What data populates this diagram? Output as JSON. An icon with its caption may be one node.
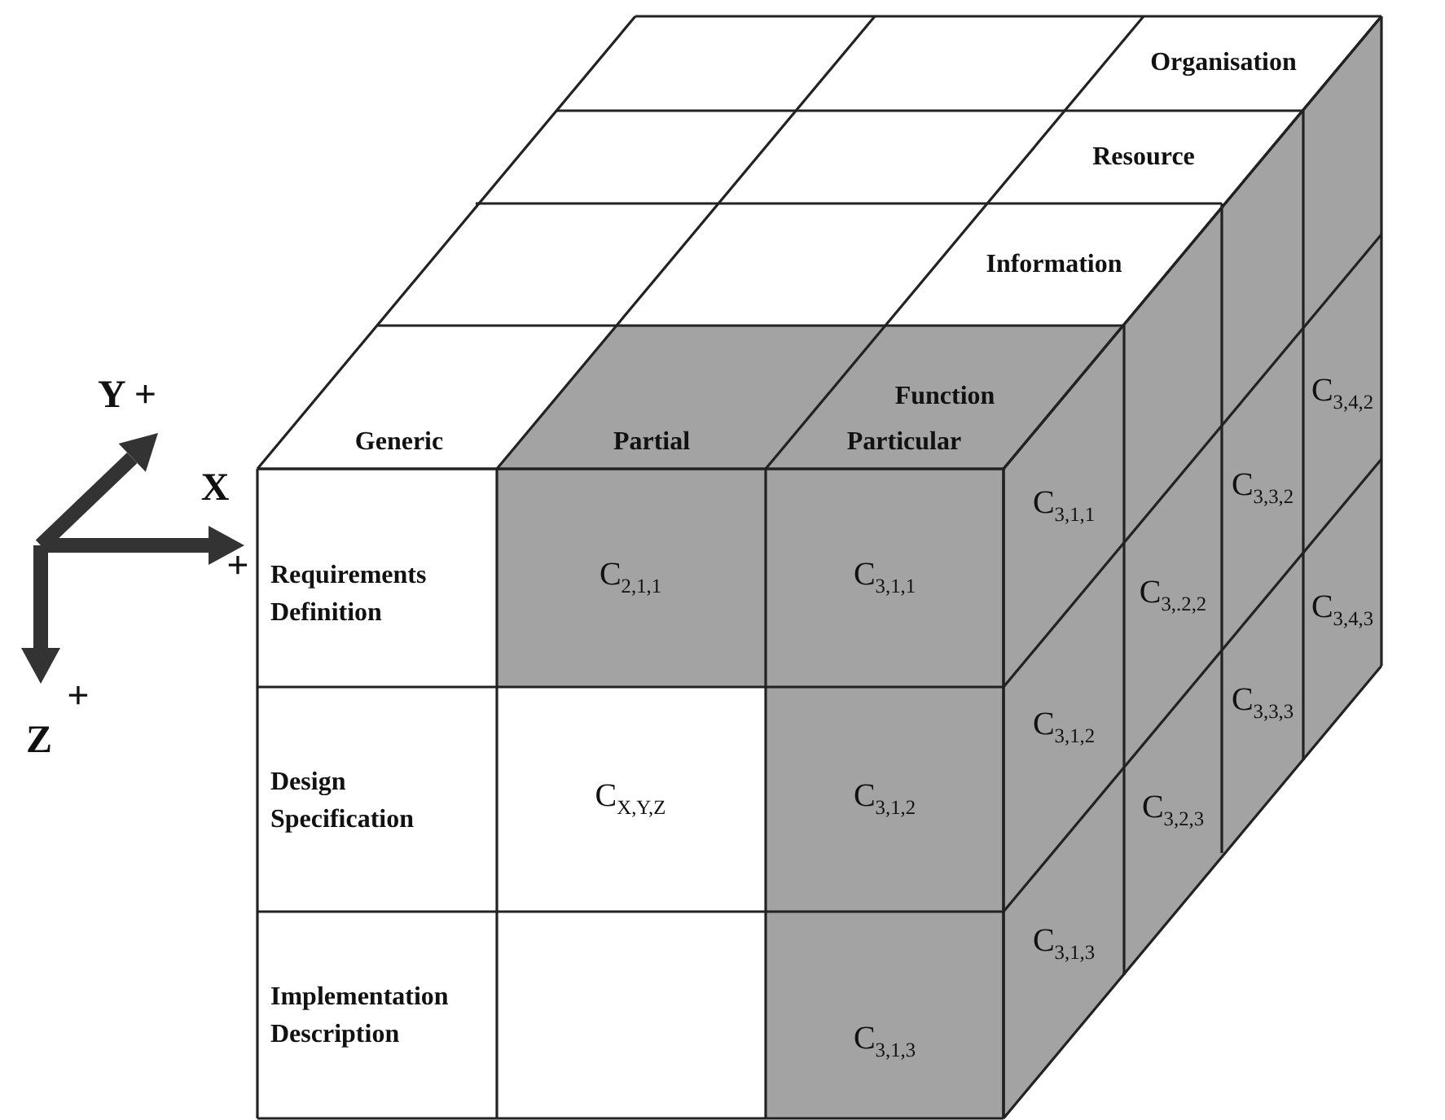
{
  "diagram": {
    "labels": [
      "Organisation",
      "Resource",
      "Information",
      "Function",
      "Y +",
      "Generic",
      "Partial",
      "Particular",
      "C$_{3,4,2}$",
      "X",
      "+",
      "C$_{3,3,2}$",
      "C$_{3,1,1}$",
      "Requirements Definition",
      "C$_{2,1,1}$",
      "C$_{3,1,1}$",
      "C$_{3,.2,2}$",
      "C$_{3,4,3}$",
      "+",
      "C$_{3,3,3}$",
      "Z",
      "Design Specification",
      "C$_{X,Y,Z}$",
      "C$_{3,1,2}$",
      "C$_{3,1,2}$",
      "C$_{3,2,3}$",
      "Implementation Description",
      "C$_{3,1,3}$",
      "C$_{3,1,3}$"
    ]
  }
}
